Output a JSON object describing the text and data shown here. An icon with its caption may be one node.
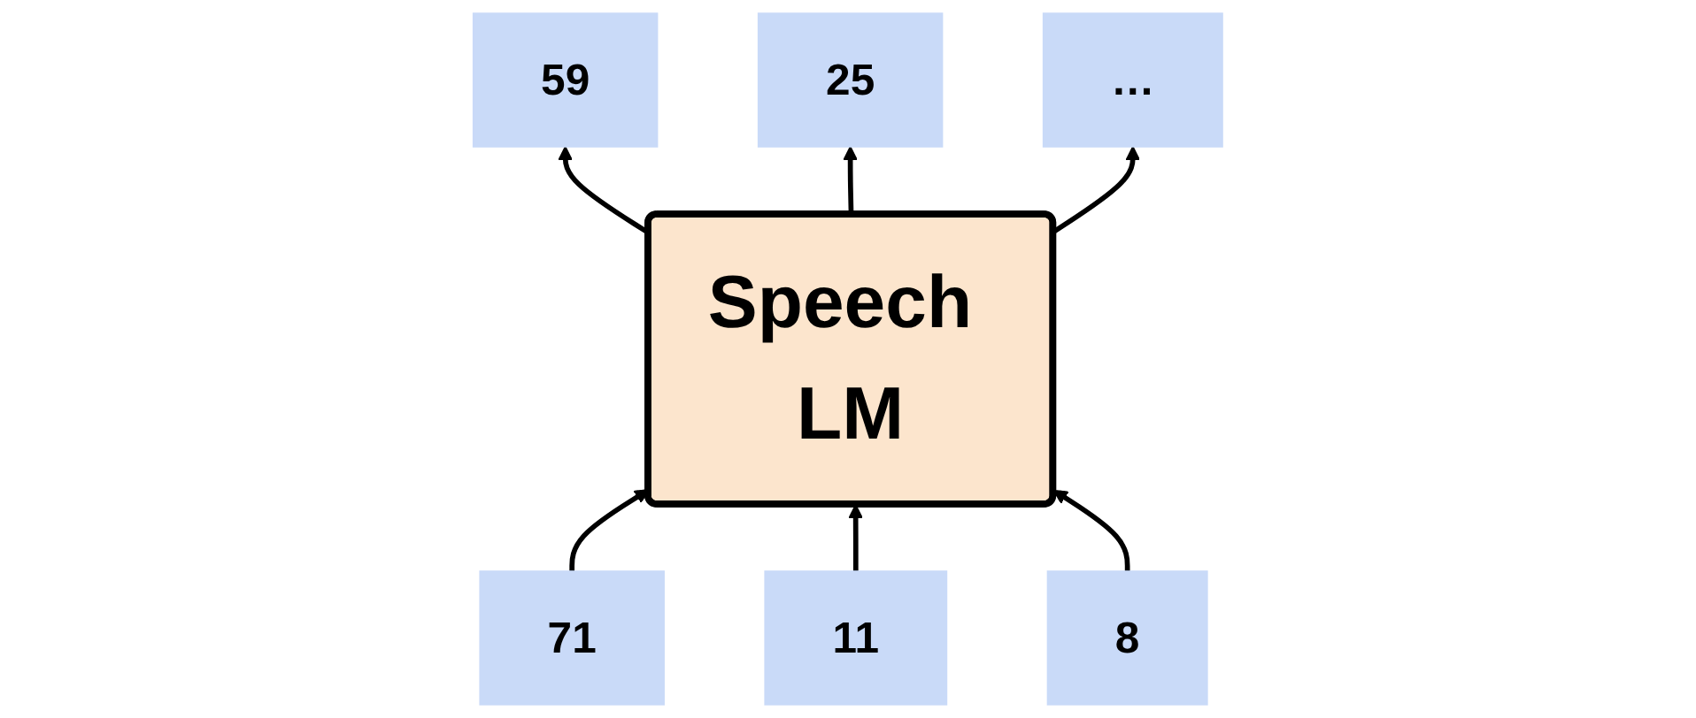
{
  "diagram": {
    "nodes": [
      {
        "text": [
          "59"
        ]
      },
      {
        "text": [
          "25"
        ]
      },
      {
        "text": [
          "…"
        ]
      },
      {
        "text": [
          "Speech LM"
        ]
      },
      {
        "text": [
          "71"
        ]
      },
      {
        "text": [
          "11"
        ]
      },
      {
        "text": [
          "8"
        ]
      }
    ],
    "edges": [
      {
        "from": 4,
        "to": 3,
        "arrow": "to"
      },
      {
        "from": 5,
        "to": 3,
        "arrow": "to"
      },
      {
        "from": 6,
        "to": 3,
        "arrow": "to"
      },
      {
        "from": 3,
        "to": 0,
        "arrow": "to"
      },
      {
        "from": 3,
        "to": 1,
        "arrow": "to"
      },
      {
        "from": 3,
        "to": 2,
        "arrow": "to"
      }
    ]
  }
}
